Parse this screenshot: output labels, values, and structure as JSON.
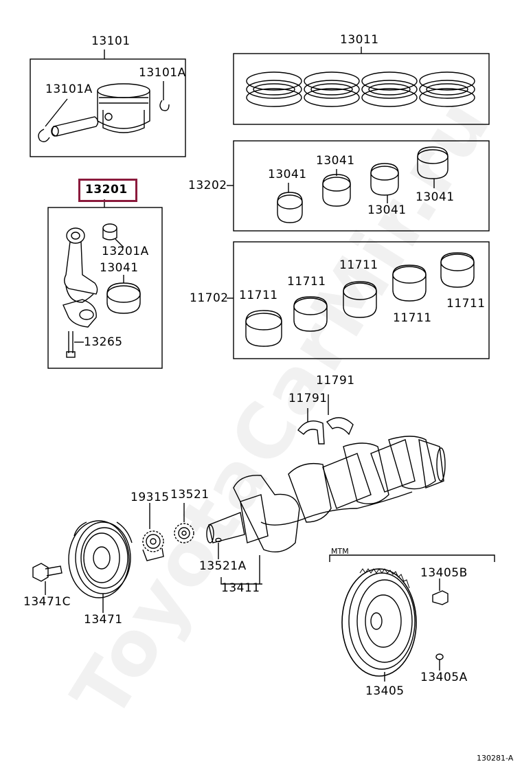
{
  "watermark": "ToyotaCarMir.ru",
  "figure_code": "130281-A",
  "transmission_note": "MTM",
  "labels": {
    "piston": "13101",
    "piston_pin_ring_left": "13101A",
    "piston_pin_ring_right": "13101A",
    "piston_ring_set": "13011",
    "conrod_assy": "13201",
    "conrod_bushing": "13201A",
    "conrod_bearing": "13041",
    "conrod_bolt": "13265",
    "conrod_bearing_set": "13202",
    "bearing_a": "13041",
    "bearing_b": "13041",
    "bearing_c": "13041",
    "bearing_d": "13041",
    "main_bearing_set": "11702",
    "main_a": "11711",
    "main_b": "11711",
    "main_c": "11711",
    "main_d": "11711",
    "main_e": "11711",
    "thrust_washer_left": "11791",
    "thrust_washer_right": "11791",
    "timing_gear_19315": "19315",
    "crank_gear": "13521",
    "gear_key": "13521A",
    "crankshaft": "13411",
    "pulley_bolt": "13471C",
    "crank_pulley": "13471",
    "flywheel_bolt": "13405B",
    "flywheel_pin": "13405A",
    "flywheel": "13405"
  }
}
